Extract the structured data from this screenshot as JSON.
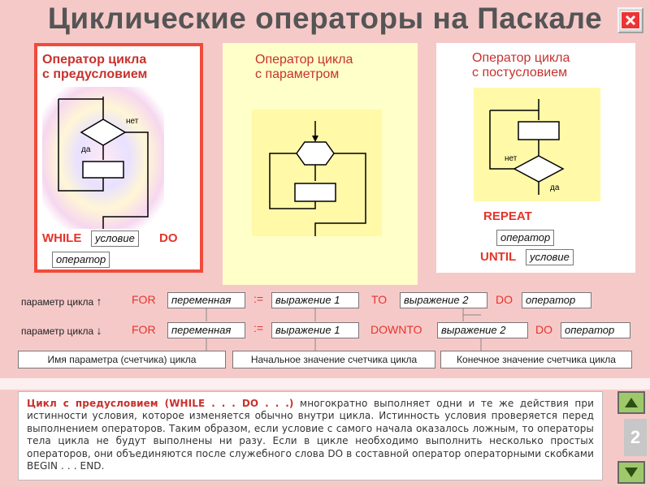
{
  "title": "Циклические операторы на Паскале",
  "panel_pre": {
    "title_line1": "Оператор цикла",
    "title_line2": "с предусловием",
    "flow_no": "нет",
    "flow_yes": "да",
    "kw_while": "WHILE",
    "cond": "условие",
    "kw_do": "DO",
    "op": "оператор"
  },
  "panel_param": {
    "title_line1": "Оператор цикла",
    "title_line2": "с параметром"
  },
  "panel_post": {
    "title_line1": "Оператор цикла",
    "title_line2": "с постусловием",
    "flow_no": "нет",
    "flow_yes": "да",
    "kw_repeat": "REPEAT",
    "op": "оператор",
    "kw_until": "UNTIL",
    "cond": "условие"
  },
  "for_rows": {
    "row1_label": "параметр цикла",
    "row2_label": "параметр цикла",
    "kw_for": "FOR",
    "var": "переменная",
    "assign": ":=",
    "expr1": "выражение 1",
    "kw_to": "TO",
    "kw_downto": "DOWNTO",
    "expr2": "выражение 2",
    "kw_do": "DO",
    "op": "оператор",
    "legend1": "Имя параметра (счетчика) цикла",
    "legend2": "Начальное значение счетчика цикла",
    "legend3": "Конечное значение счетчика цикла"
  },
  "description": {
    "lead": "Цикл с предусловием (WHILE . . . DO . . .)",
    "body": " многократно выполняет одни и те же действия при истинности условия, которое изменяется обычно внутри цикла. Истинность условия проверяется перед выполнением операторов. Таким образом, если условие с самого начала оказалось ложным, то операторы тела цикла не будут выполнены ни разу. Если в цикле необходимо выполнить несколько простых операторов, они объединяются после служебного слова DO в составной оператор операторными скобками BEGIN . . . END."
  },
  "page_number": "2",
  "colors": {
    "accent_red": "#e5342a",
    "nav_green": "#9ec96b",
    "panel_yellow": "#ffffc9"
  }
}
